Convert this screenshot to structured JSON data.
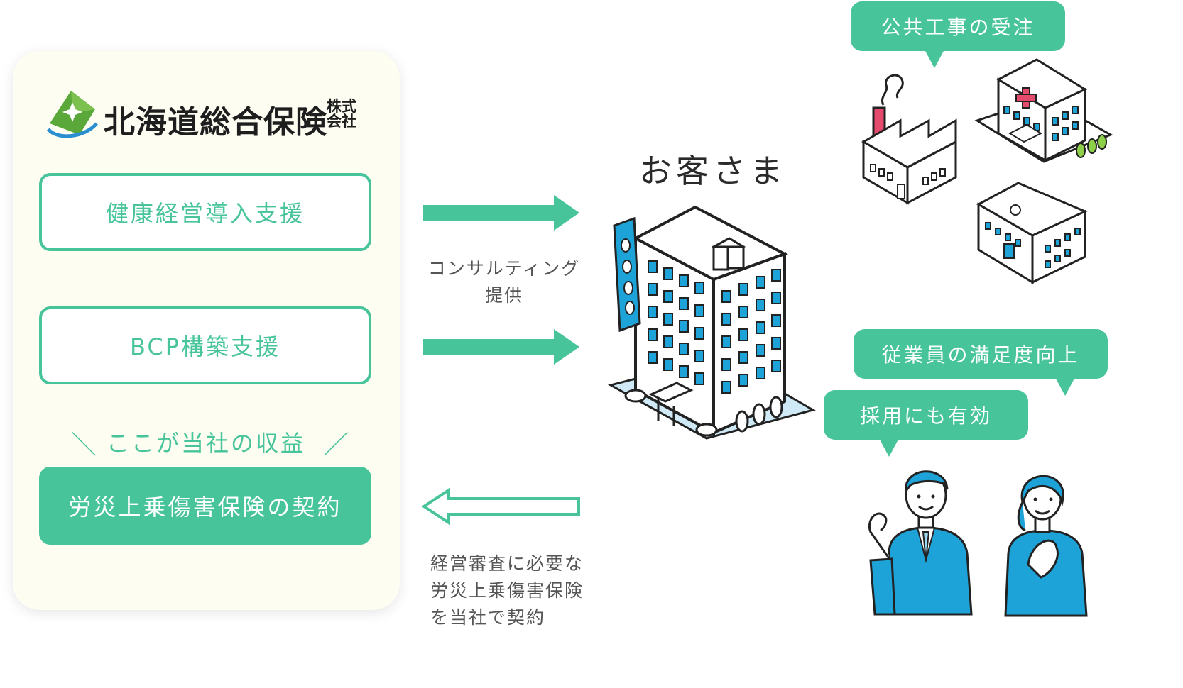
{
  "company": {
    "name": "北海道総合保険",
    "suffix_line1": "株式",
    "suffix_line2": "会社"
  },
  "services": [
    {
      "label": "健康経営導入支援"
    },
    {
      "label": "BCP構築支援"
    }
  ],
  "profit_label": "ここが当社の収益",
  "contract_label": "労災上乗傷害保険の契約",
  "flows": {
    "top_line1": "コンサルティング",
    "top_line2": "提供",
    "bottom_line1": "経営審査に必要な",
    "bottom_line2": "労災上乗傷害保険",
    "bottom_line3": "を当社で契約"
  },
  "customer_label": "お客さま",
  "benefits": [
    {
      "label": "公共工事の受注"
    },
    {
      "label": "従業員の満足度向上"
    },
    {
      "label": "採用にも有効"
    }
  ],
  "colors": {
    "accent": "#47c49a",
    "building_blue": "#1ea3d8",
    "panel_bg": "#fdfdf2"
  }
}
